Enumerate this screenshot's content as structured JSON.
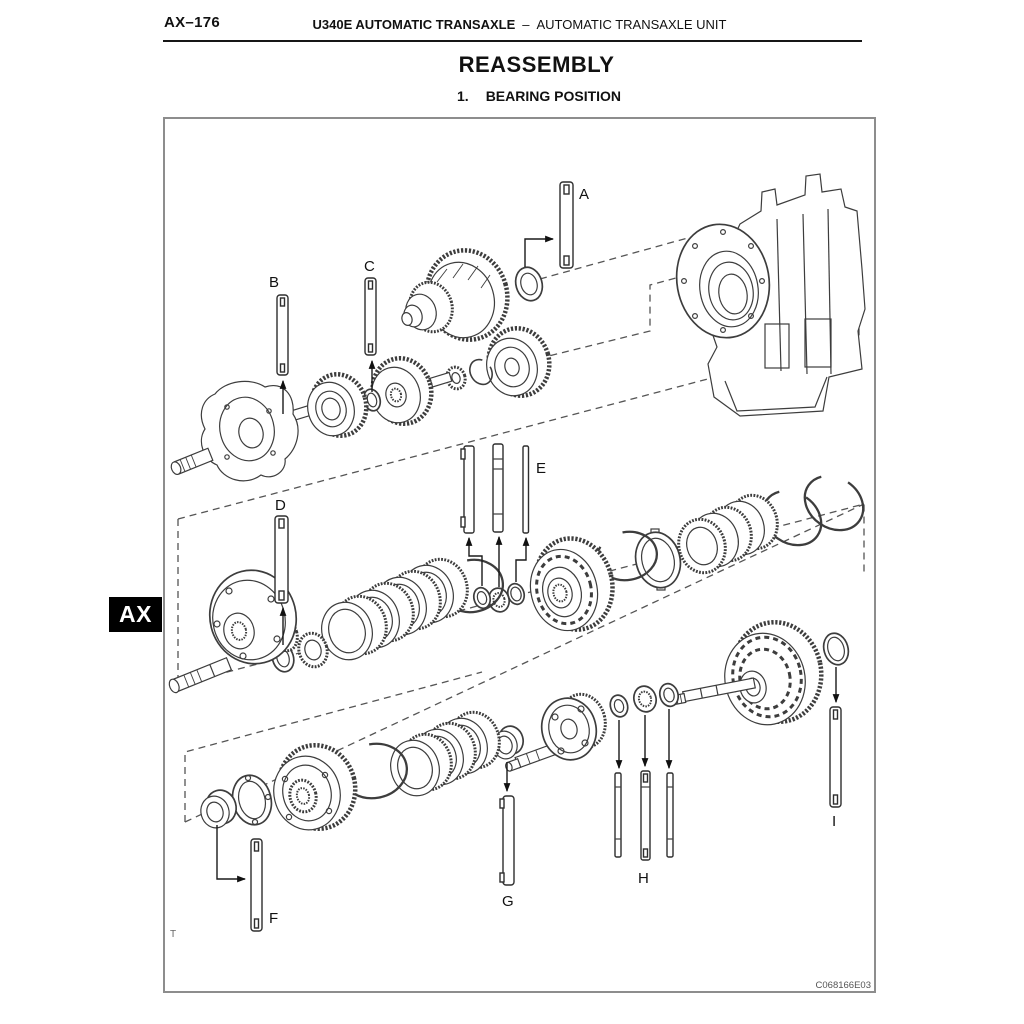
{
  "header": {
    "page_number": "AX–176",
    "section_title_bold": "U340E AUTOMATIC TRANSAXLE",
    "section_separator": "–",
    "section_title_rest": "AUTOMATIC TRANSAXLE UNIT",
    "title": "REASSEMBLY",
    "step_number": "1.",
    "step_title": "BEARING POSITION"
  },
  "side_tab": {
    "label": "AX"
  },
  "figure": {
    "code": "C068166E03",
    "corner_mark": "T",
    "bearing_labels": [
      "A",
      "B",
      "C",
      "D",
      "E",
      "F",
      "G",
      "H",
      "I"
    ]
  },
  "colors": {
    "line": "#3d3d3d",
    "tab_background": "#000000",
    "tab_text": "#ffffff",
    "box_border": "#8d8d8d"
  }
}
